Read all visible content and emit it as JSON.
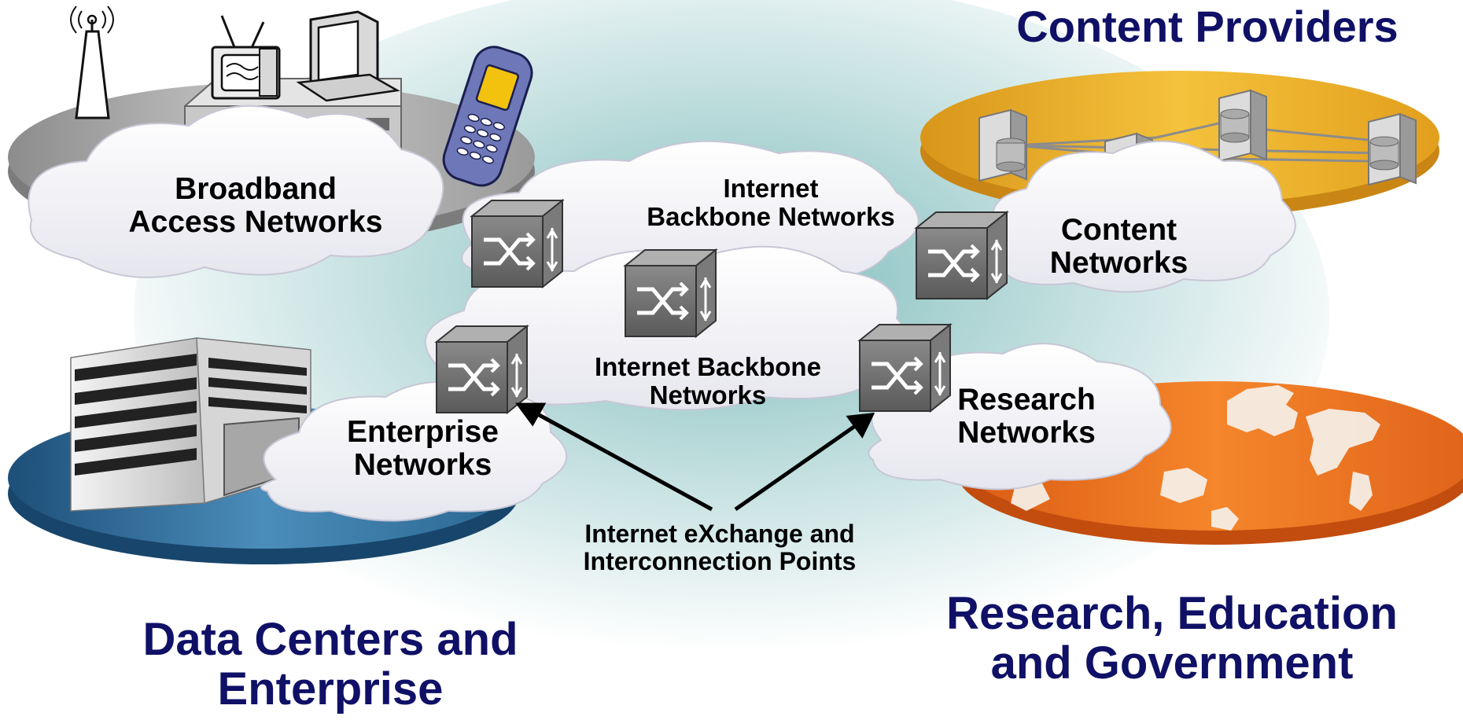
{
  "regions": {
    "content_providers": "Content Providers",
    "data_centers_line1": "Data Centers and",
    "data_centers_line2": "Enterprise",
    "research_line1": "Research, Education",
    "research_line2": "and Government"
  },
  "clouds": {
    "broadband_line1": "Broadband",
    "broadband_line2": "Access Networks",
    "backbone_top_line1": "Internet",
    "backbone_top_line2": "Backbone Networks",
    "content_line1": "Content",
    "content_line2": "Networks",
    "backbone_mid_line1": "Internet Backbone",
    "backbone_mid_line2": "Networks",
    "enterprise_line1": "Enterprise",
    "enterprise_line2": "Networks",
    "research_line1": "Research",
    "research_line2": "Networks"
  },
  "exchange": {
    "line1": "Internet eXchange and",
    "line2": "Interconnection Points"
  },
  "colors": {
    "region_title": "#0f1066",
    "platform_gray": "#a9a9a9",
    "platform_gold": "#e7a91b",
    "platform_blue": "#2f6d98",
    "platform_orange": "#e96b1c",
    "cloud": "#f3f3f7",
    "switch": "#6e6e6e"
  },
  "icons": [
    "antenna-icon",
    "television-icon",
    "computer-icon",
    "mobile-phone-icon",
    "server-icon",
    "office-building-icon",
    "world-map-icon",
    "network-switch-icon"
  ]
}
